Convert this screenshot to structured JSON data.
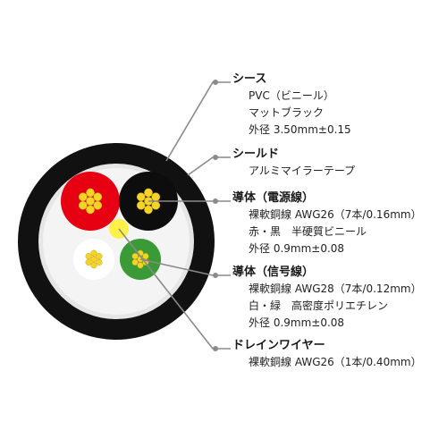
{
  "sections": [
    {
      "title": "シース",
      "lines": [
        "PVC（ビニール）",
        "マットブラック",
        "外径 3.50mm±0.15"
      ]
    },
    {
      "title": "シールド",
      "lines": [
        "アルミマイラーテープ"
      ]
    },
    {
      "title": "導体（電源線）",
      "lines": [
        "裸軟銅線 AWG26（7本/0.16mm）",
        "赤・黒　半硬質ビニール",
        "外径 0.9mm±0.08"
      ]
    },
    {
      "title": "導体（信号線）",
      "lines": [
        "裸軟銅線 AWG28（7本/0.12mm）",
        "白・緑　高密度ポリエチレン",
        "外径 0.9mm±0.08"
      ]
    },
    {
      "title": "ドレインワイヤー",
      "lines": [
        "裸軟銅線 AWG26（1本/0.40mm）"
      ]
    }
  ],
  "colors": {
    "sheath": "#111111",
    "shield": "#e6e6e6",
    "red_insulation": "#e60012",
    "black_insulation": "#0d0d0d",
    "white_insulation": "#ffffff",
    "green_insulation": "#3a9a35",
    "copper_strand": "#f5d327",
    "drain_wire": "#fff04a",
    "leader_line": "#8a8a8a"
  }
}
